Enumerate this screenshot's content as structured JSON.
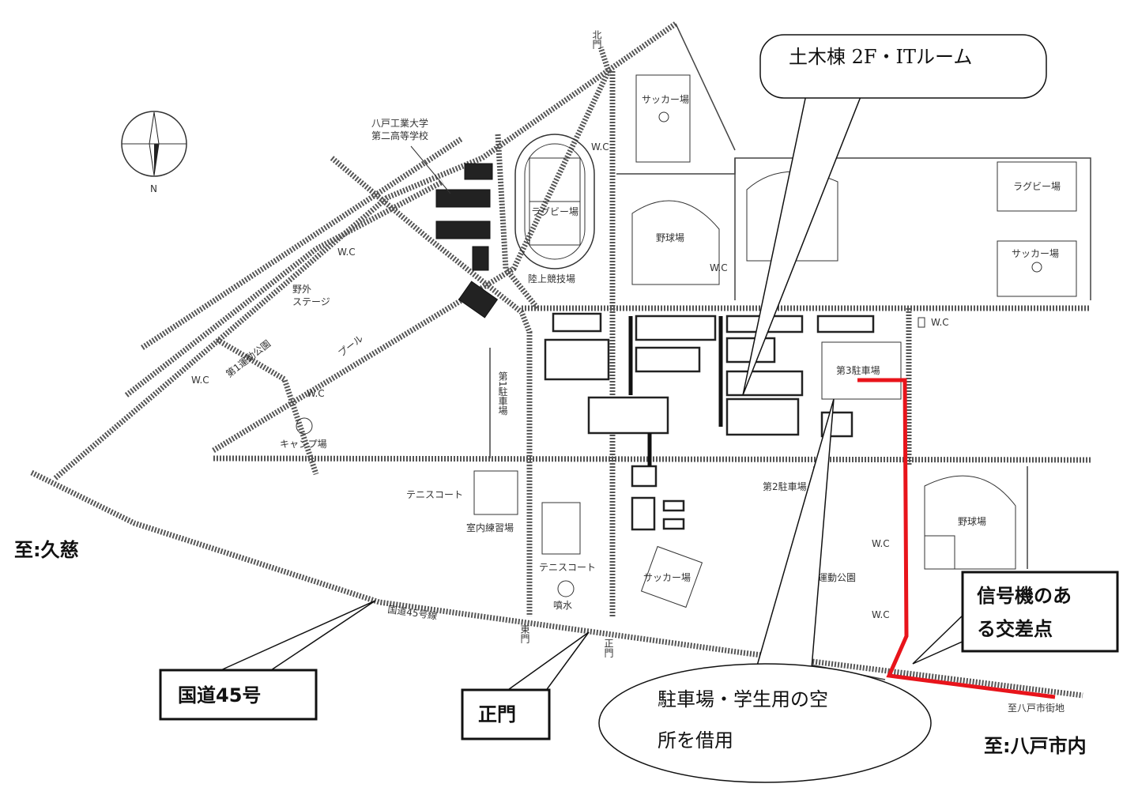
{
  "callouts": {
    "building": "土木棟 2F・ITルーム",
    "parking_line1": "駐車場・学生用の空",
    "parking_line2": "所を借用",
    "signal_line1": "信号機のあ",
    "signal_line2": "る交差点",
    "route45": "国道45号",
    "main_gate": "正門"
  },
  "directions": {
    "kuji": "至:久慈",
    "hachinohe": "至:八戸市内"
  },
  "compass": {
    "north": "N"
  },
  "labels": {
    "school": [
      "八戸工業大学",
      "第二高等学校"
    ],
    "soccer1": "サッカー場",
    "soccer2": "サッカー場",
    "soccer3": "サッカー場",
    "rugby1": "ラグビー場",
    "rugby2": "ラグビー場",
    "baseball1": "野球場",
    "baseball2": "野球場",
    "track": "陸上競技場",
    "stage": [
      "野外",
      "ステージ"
    ],
    "park1": "第1運動公園",
    "pool": "プール",
    "tennis1": "テニスコート",
    "tennis2": "テニスコート",
    "indoor": "室内練習場",
    "camp": "キャンプ場",
    "parking1": "第1駐車場",
    "parking2": "第2駐車場",
    "parking3": "第3駐車場",
    "sports_park": "運動公園",
    "route45_line": "国道45号線",
    "east_gate": "東門",
    "main_gate_map": "正門",
    "north_gate": "北門",
    "fountain": "噴水",
    "city": "至八戸市街地",
    "wc": "W.C"
  },
  "route_color": "#e8141b"
}
